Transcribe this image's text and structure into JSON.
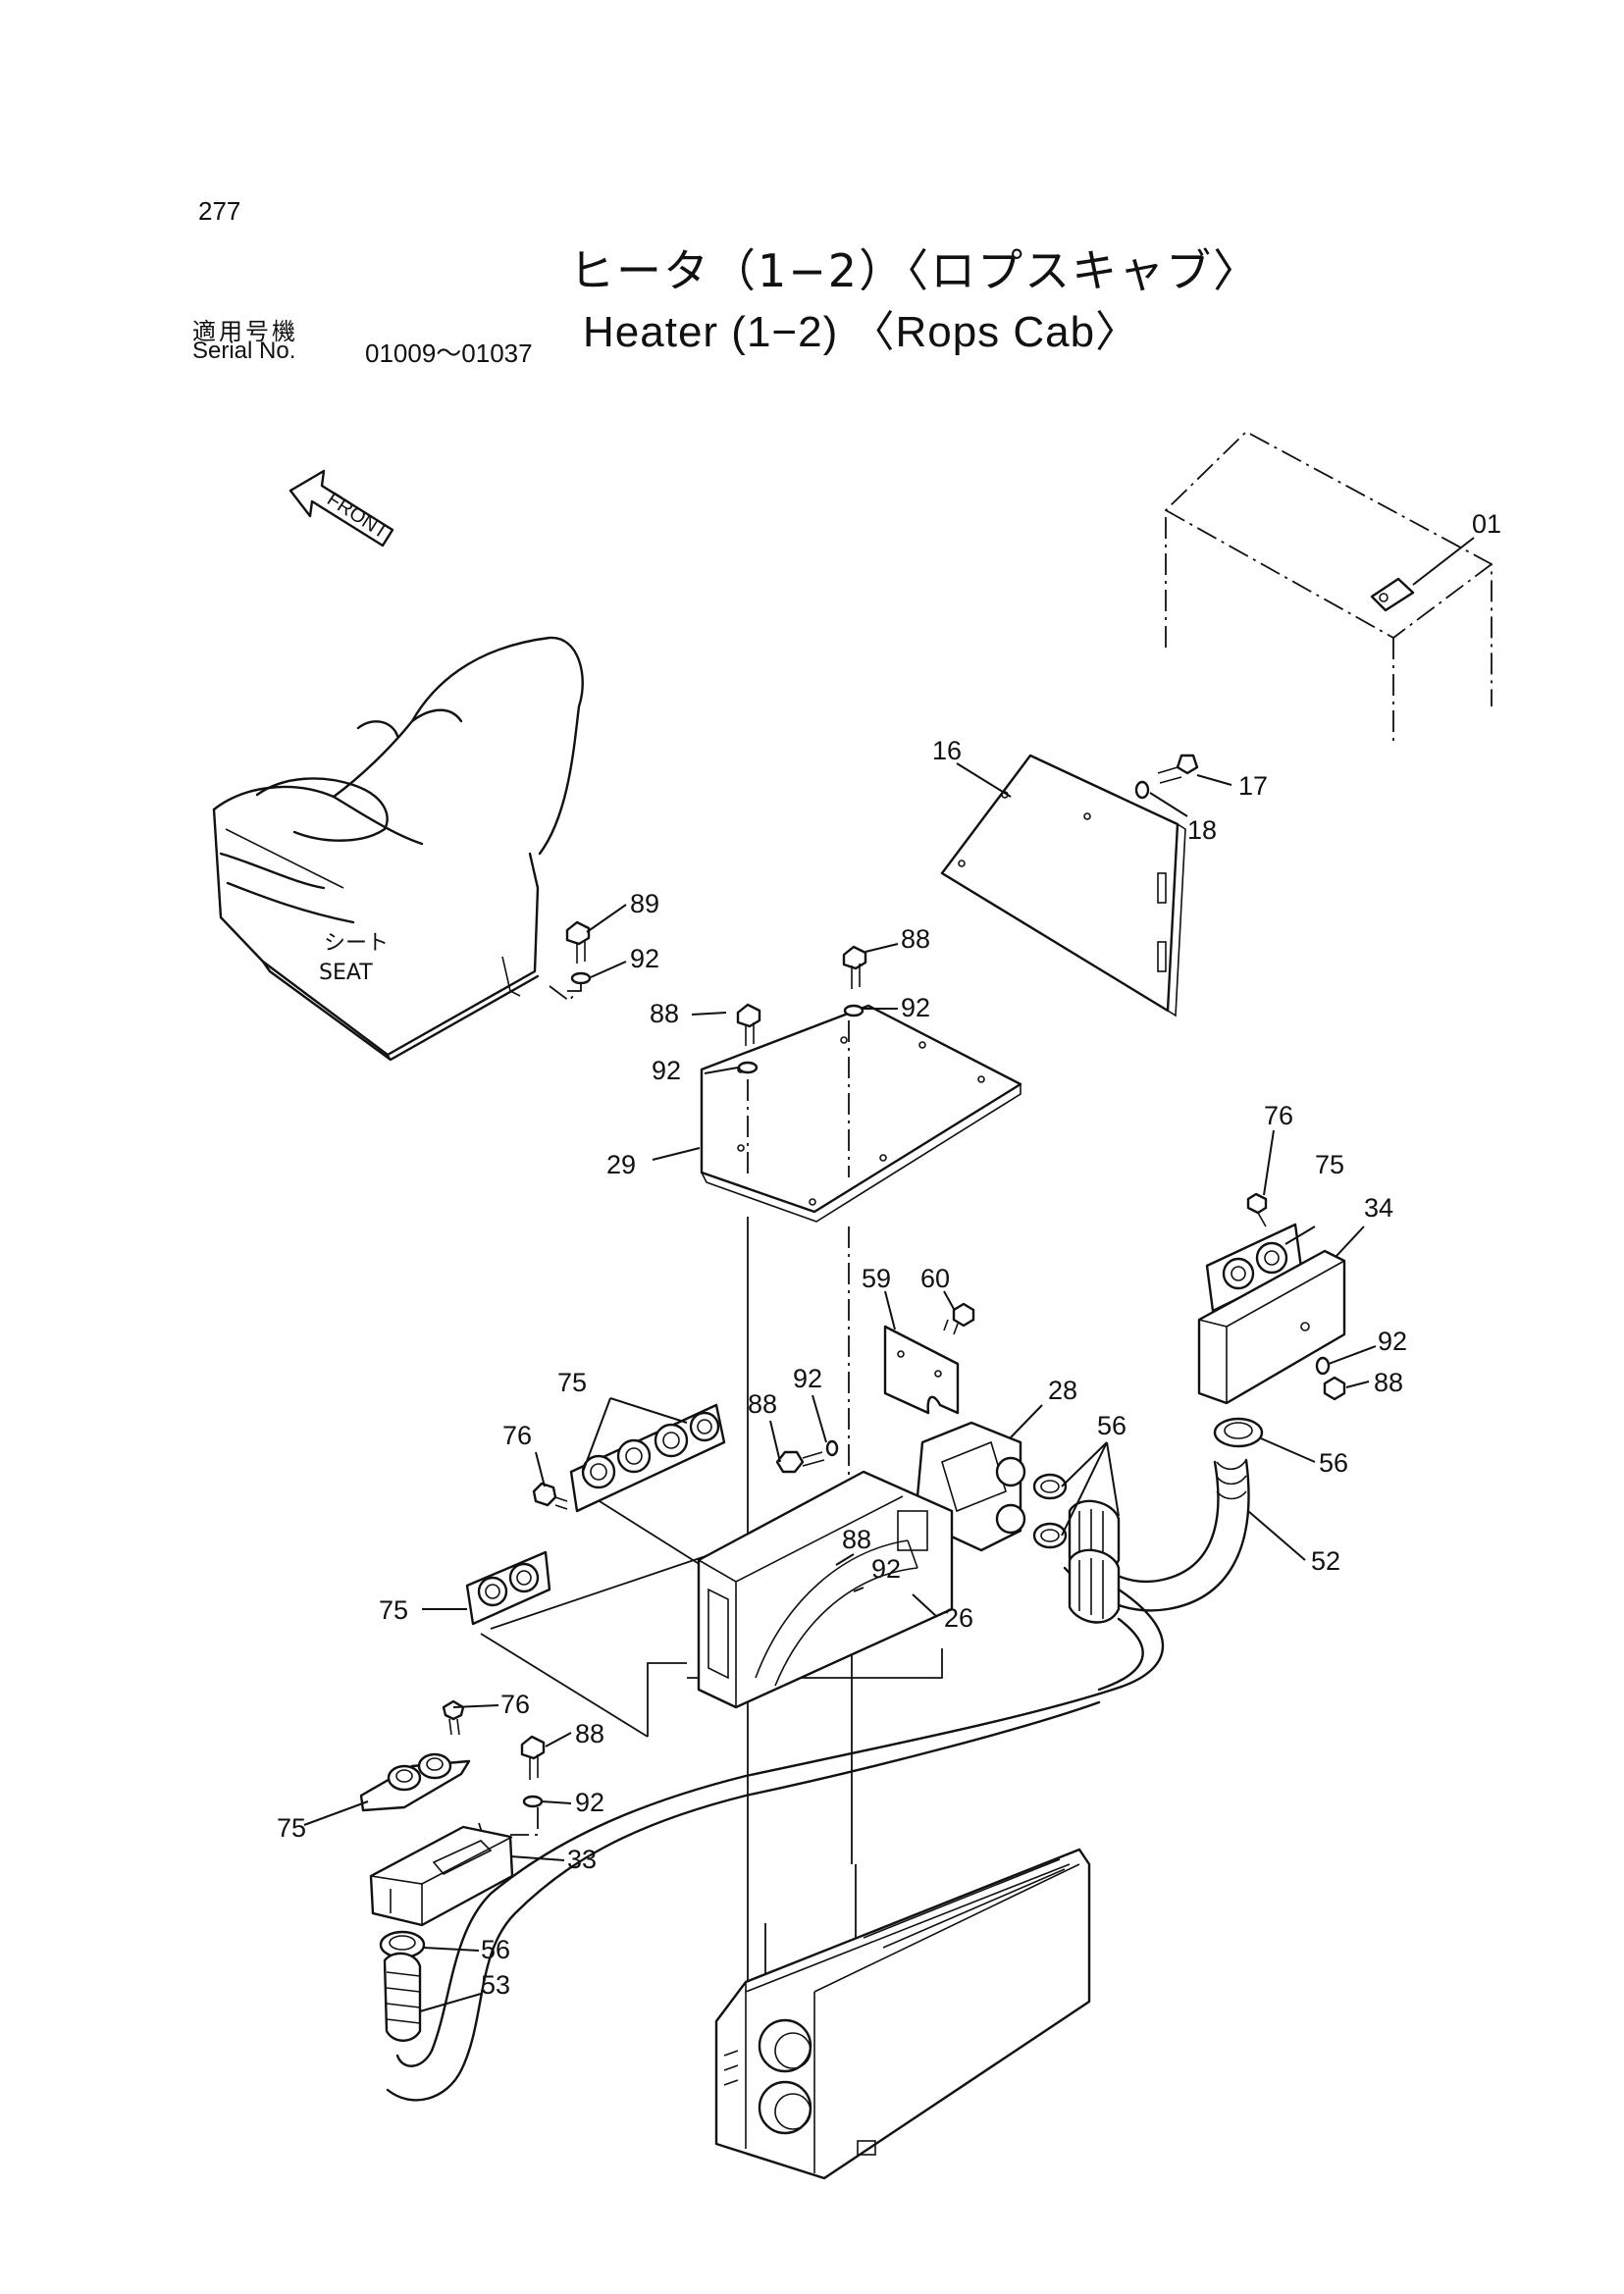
{
  "page_number": "277",
  "title": {
    "japanese": "ヒータ（1−2）〈ロプスキャブ〉",
    "english": "Heater (1−2) 〈Rops Cab〉"
  },
  "serial": {
    "label_japanese": "適用号機",
    "label_english": "Serial No.",
    "range": "01009～01037"
  },
  "direction_arrow": "FRONT",
  "seat_label": {
    "japanese": "シート",
    "english": "SEAT"
  },
  "part_callouts": [
    "01",
    "16",
    "17",
    "18",
    "89",
    "92",
    "88",
    "92",
    "88",
    "92",
    "29",
    "76",
    "75",
    "34",
    "60",
    "59",
    "92",
    "88",
    "92",
    "88",
    "28",
    "56",
    "75",
    "76",
    "56",
    "52",
    "88",
    "92",
    "26",
    "75",
    "76",
    "88",
    "92",
    "75",
    "33",
    "56",
    "53"
  ]
}
